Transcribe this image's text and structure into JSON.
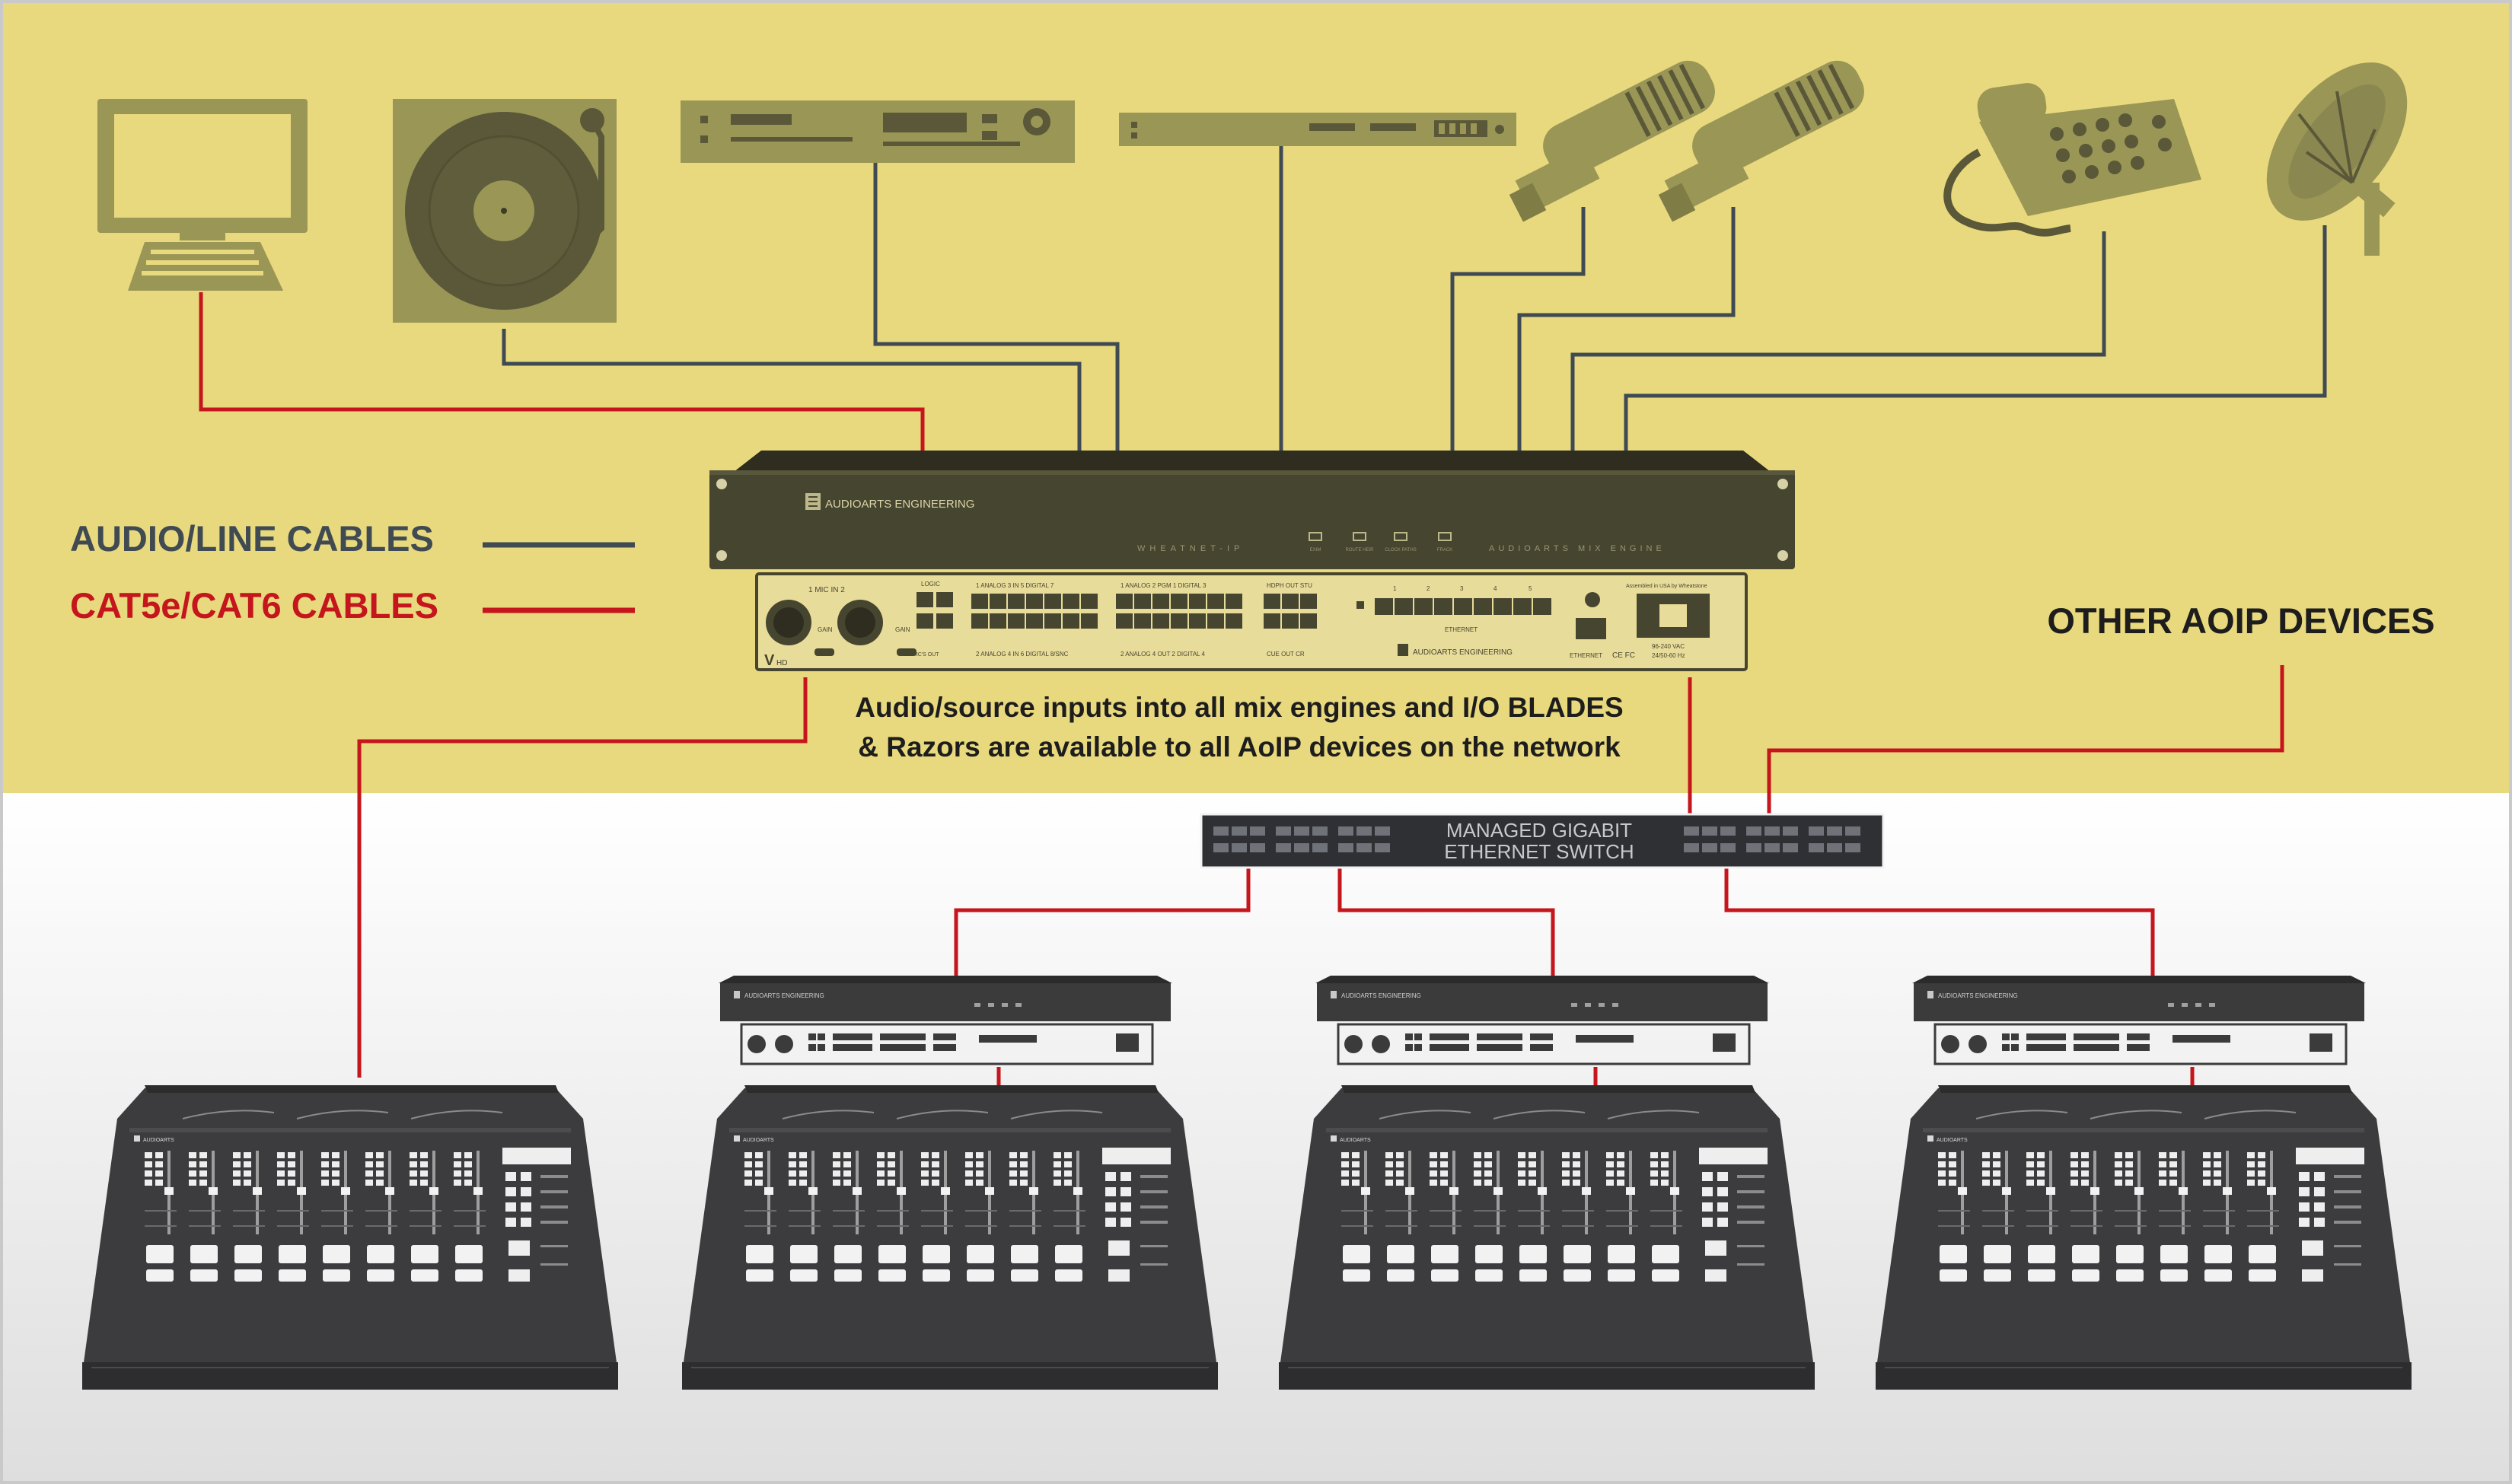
{
  "legend": {
    "audio_label": "AUDIO/LINE CABLES",
    "cat_label": "CAT5e/CAT6 CABLES"
  },
  "colors": {
    "top_band": "#e9d97e",
    "device_fill": "#9a9656",
    "audio_line": "#3f4a52",
    "cat_line": "#c4161c",
    "dark_unit": "#46452f",
    "console": "#3c3c3e"
  },
  "engine": {
    "brand": "AUDIOARTS ENGINEERING",
    "model": "WHEATNET-IP",
    "product": "AUDIOARTS MIX ENGINE",
    "led_labels": [
      "EXIM",
      "ROUTE HEIR",
      "CLOCK PATHS",
      "FRACK"
    ],
    "rear": {
      "mic_label": "1  MIC IN  2",
      "gain_label": "GAIN",
      "logic_label": "LOGIC",
      "mic_out_label": "MIC'S OUT",
      "analog_in_label": "1 ANALOG 3  IN  5 DIGITAL 7",
      "analog_in_label2": "2 ANALOG 4  IN  6 DIGITAL 8/SNC",
      "pgm_label": "1 ANALOG 2  PGM 1 DIGITAL 3",
      "out_label": "2 ANALOG 4  OUT  2 DIGITAL 4",
      "hdph_label": "HDPH  OUT  STU",
      "cue_label": "CUE   OUT   CR",
      "ethernet_label": "ETHERNET",
      "ethernet_label2": "ETHERNET",
      "power_label": "96-240 VAC",
      "power_label2": "24/50-60 Hz",
      "assembled_label": "Assembled in USA by Wheatstone",
      "fcc_label": "CE FC",
      "port_numbers": [
        "1",
        "2",
        "3",
        "4",
        "5"
      ]
    }
  },
  "caption_line1": "Audio/source inputs into all mix engines and I/O BLADES",
  "caption_line2": "& Razors are available to all AoIP devices on the network",
  "other_devices": "OTHER AOIP DEVICES",
  "switch": {
    "line1": "MANAGED GIGABIT",
    "line2": "ETHERNET SWITCH"
  },
  "small_engine_brand": "AUDIOARTS ENGINEERING",
  "console_brand": "AUDIOARTS"
}
